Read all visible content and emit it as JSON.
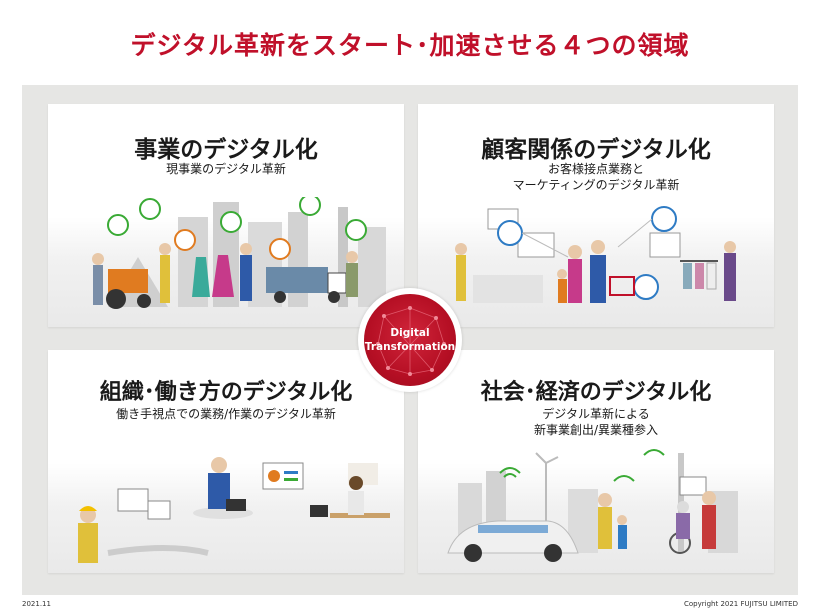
{
  "page": {
    "title": "デジタル革新をスタート･加速させる４つの領域",
    "date": "2021.11",
    "copyright": "Copyright 2021 FUJITSU LIMITED"
  },
  "center_badge": {
    "line1": "Digital",
    "line2": "Transformation"
  },
  "quadrants": {
    "top_left": {
      "heading": "事業のデジタル化",
      "sub_line1": "現事業のデジタル革新",
      "sub_line2": ""
    },
    "top_right": {
      "heading": "顧客関係のデジタル化",
      "sub_line1": "お客様接点業務と",
      "sub_line2": "マーケティングのデジタル革新"
    },
    "bottom_left": {
      "heading": "組織･働き方のデジタル化",
      "sub_line1": "働き手視点での業務/作業のデジタル革新",
      "sub_line2": ""
    },
    "bottom_right": {
      "heading": "社会･経済のデジタル化",
      "sub_line1": "デジタル革新による",
      "sub_line2": "新事業創出/異業種参入"
    }
  },
  "colors": {
    "title_red": "#c0102a",
    "badge_red": "#b50f24",
    "panel_gray": "#e6e6e4",
    "accent_green": "#3aaa35",
    "accent_blue": "#2e7bc4"
  }
}
